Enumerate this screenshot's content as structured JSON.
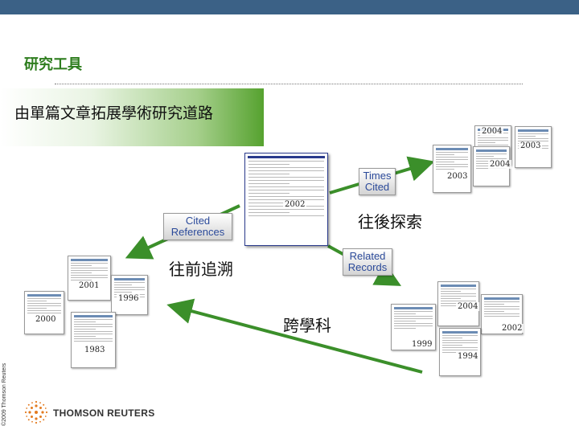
{
  "header": {
    "section_title": "研究工具",
    "subtitle": "由單篇文章拓展學術研究道路"
  },
  "labels": {
    "times_cited": "Times Cited",
    "cited_references": "Cited References",
    "related_records": "Related Records",
    "explore_forward": "往後探索",
    "trace_back": "往前追溯",
    "interdisciplinary": "跨學科"
  },
  "years": {
    "center": "2002",
    "cited_1": "2004",
    "cited_2": "2003",
    "cited_3": "2004",
    "cited_4": "2003",
    "ref_1": "2001",
    "ref_2": "1996",
    "ref_3": "2000",
    "ref_4": "1983",
    "rel_1": "2004",
    "rel_2": "2002",
    "rel_3": "1999",
    "rel_4": "1994"
  },
  "footer": {
    "copyright": "©2009 Thomson Reuters",
    "brand": "THOMSON REUTERS"
  },
  "colors": {
    "top_bar": "#3b6186",
    "accent_green": "#2e7d1e",
    "arrow_green": "#3b8f2a",
    "box_text": "#2b4a9a"
  },
  "icons": [
    "thomson-reuters-logo-icon"
  ]
}
